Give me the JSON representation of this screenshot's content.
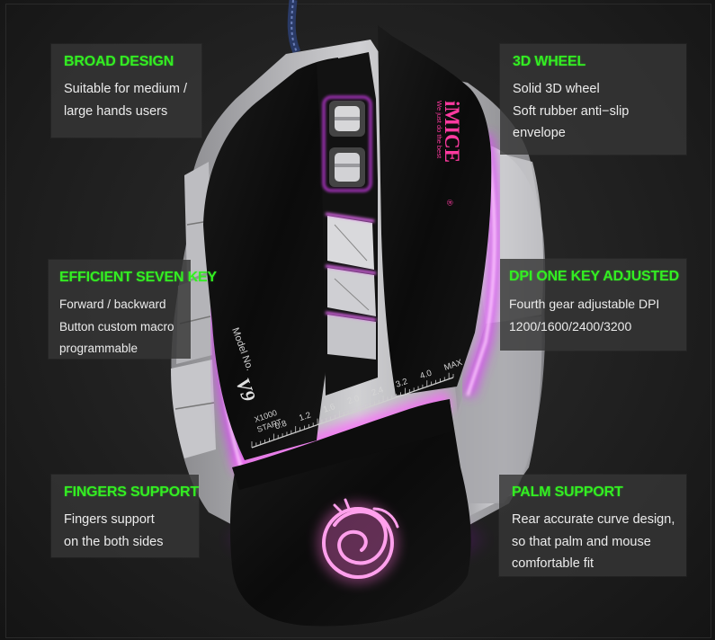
{
  "features": {
    "broad_design": {
      "title": "BROAD DESIGN",
      "lines": [
        "Suitable for medium /",
        "large hands users"
      ]
    },
    "wheel_3d": {
      "title": "3D WHEEL",
      "lines": [
        "Solid 3D wheel",
        "Soft rubber anti−slip",
        "envelope"
      ]
    },
    "seven_key": {
      "title": "EFFICIENT SEVEN KEY",
      "lines": [
        "Forward / backward",
        "Button custom macro",
        "programmable"
      ]
    },
    "dpi": {
      "title": "DPI ONE KEY ADJUSTED",
      "lines": [
        "Fourth gear adjustable DPI",
        "1200/1600/2400/3200"
      ]
    },
    "fingers": {
      "title": "FINGERS SUPPORT",
      "lines": [
        "Fingers support",
        "on the both sides"
      ]
    },
    "palm": {
      "title": "PALM SUPPORT",
      "lines": [
        "Rear accurate curve design,",
        "so that palm and mouse",
        "comfortable fit"
      ]
    }
  },
  "mouse": {
    "brand": "iMICE",
    "registered": "®",
    "slogan": "We just do the best",
    "model_label": "Model No.",
    "model_number": "V9",
    "scale_start": "START",
    "scale_x": "X1000",
    "scale_ticks": [
      "0.8",
      "1.2",
      "1.6",
      "2.0",
      "2.4",
      "3.2",
      "4.0",
      "MAX"
    ]
  },
  "colors": {
    "feature_title": "#33ee22",
    "feature_text": "#ececec",
    "led_glow": "#e040ff",
    "shell": "#101010",
    "silver": "#b9b9bc",
    "logo": "#ff7ad0"
  }
}
